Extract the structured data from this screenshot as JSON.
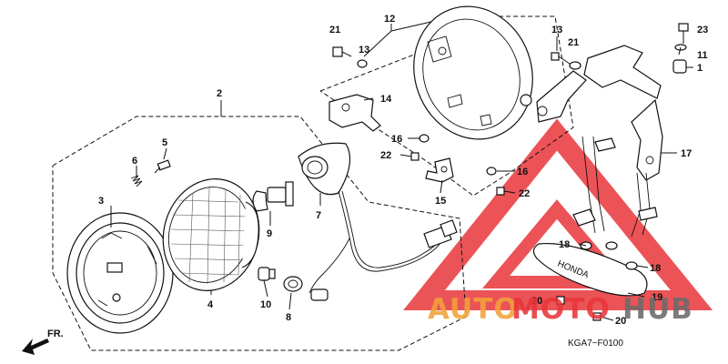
{
  "diagram": {
    "callouts": [
      "1",
      "2",
      "3",
      "4",
      "5",
      "6",
      "7",
      "8",
      "9",
      "10",
      "11",
      "12",
      "13",
      "13",
      "14",
      "15",
      "16",
      "16",
      "17",
      "18",
      "18",
      "19",
      "20",
      "20",
      "21",
      "21",
      "22",
      "22",
      "23"
    ],
    "front_indicator": "FR.",
    "figure_code": "KGA7−F0100",
    "brand_stamp": "HONDA"
  },
  "watermark": {
    "text_auto": "AUTO",
    "text_moto": "MOTO",
    "text_hub": "HUB",
    "color_orange": "#f2a23a",
    "color_red": "#e8363a",
    "color_gray": "#6b6b6b"
  }
}
